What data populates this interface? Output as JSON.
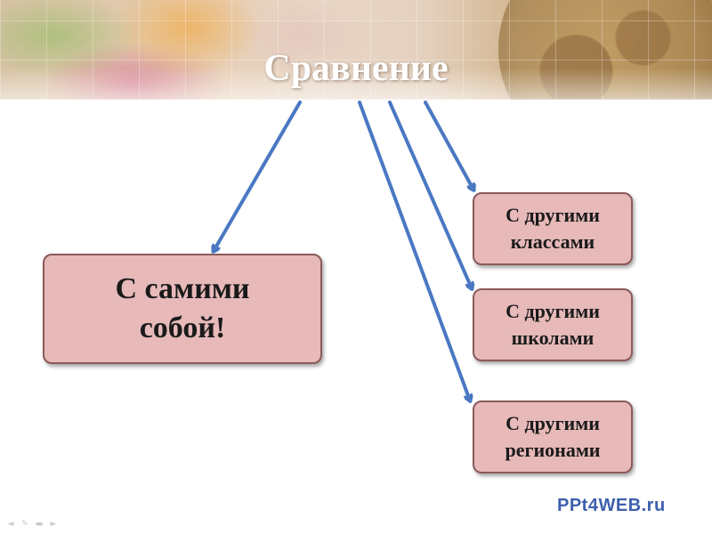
{
  "slide": {
    "title": "Сравнение",
    "boxes": {
      "self": "С самими\nсобой!",
      "classes": "С другими\nклассами",
      "schools": "С другими\nшколами",
      "regions": "С другими\nрегионами"
    },
    "watermark": "PPt4WEB.ru",
    "colors": {
      "box_fill": "#e7b9b9",
      "box_border": "#8b5a5a",
      "arrow": "#4a78c2",
      "title": "#ffffff",
      "watermark": "#3d5fae"
    }
  },
  "player_controls": [
    {
      "icon": "previous-icon"
    },
    {
      "icon": "pen-icon"
    },
    {
      "icon": "menu-icon"
    },
    {
      "icon": "next-icon"
    }
  ]
}
